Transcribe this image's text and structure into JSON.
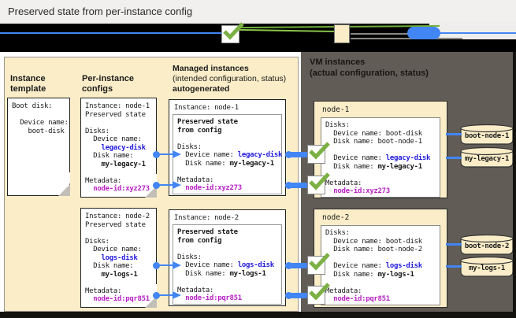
{
  "title": "Preserved state from per-instance config",
  "colors": {
    "cream": "#faedc8",
    "panel_gray": "#615d56",
    "connector_blue": "#4285f4",
    "value_blue": "#2119dd",
    "value_magenta": "#b822c4",
    "check_green": "#7cb045"
  },
  "legend": {
    "check_icon": "checkmark"
  },
  "left_panel": {
    "headers": {
      "template": [
        "Instance",
        "template"
      ],
      "configs": [
        "Per-instance",
        "configs"
      ],
      "managed": [
        "Managed instances",
        "(intended configuration, status)",
        "autogenerated"
      ]
    },
    "template_box": {
      "lines": [
        "Boot disk:",
        "",
        "  Device name:",
        "    boot-disk"
      ]
    },
    "config_boxes": [
      {
        "lines": [
          "Instance: node-1",
          "Preserved state",
          "",
          "Disks:",
          "  Device name:",
          {
            "segs": [
              {
                "t": "    "
              },
              {
                "t": "legacy-disk",
                "s": "blue"
              }
            ]
          },
          "  Disk name:",
          {
            "segs": [
              {
                "t": "    "
              },
              {
                "t": "my-legacy-1",
                "s": "b"
              }
            ]
          },
          "",
          "Metadata:",
          {
            "segs": [
              {
                "t": "  "
              },
              {
                "t": "node-id:xyz273",
                "s": "mag"
              }
            ]
          }
        ]
      },
      {
        "lines": [
          "Instance: node-2",
          "Preserved state",
          "",
          "Disks:",
          "  Device name:",
          {
            "segs": [
              {
                "t": "    "
              },
              {
                "t": "logs-disk",
                "s": "blue"
              }
            ]
          },
          "  Disk name:",
          {
            "segs": [
              {
                "t": "    "
              },
              {
                "t": "my-logs-1",
                "s": "b"
              }
            ]
          },
          "",
          "Metadata:",
          {
            "segs": [
              {
                "t": "  "
              },
              {
                "t": "node-id:pqr851",
                "s": "mag"
              }
            ]
          }
        ]
      }
    ],
    "managed_boxes": [
      {
        "title": "Instance: node-1",
        "lines": [
          {
            "t": "Preserved state",
            "s": "b"
          },
          {
            "t": "from config",
            "s": "b"
          },
          "",
          "Disks:",
          {
            "segs": [
              {
                "t": "  Device name: "
              },
              {
                "t": "legacy-disk",
                "s": "blue"
              }
            ]
          },
          {
            "segs": [
              {
                "t": "  Disk name: "
              },
              {
                "t": "my-legacy-1",
                "s": "b"
              }
            ]
          },
          "",
          "Metadata:",
          {
            "segs": [
              {
                "t": "  "
              },
              {
                "t": "node-id:xyz273",
                "s": "mag"
              }
            ]
          }
        ]
      },
      {
        "title": "Instance: node-2",
        "lines": [
          {
            "t": "Preserved state",
            "s": "b"
          },
          {
            "t": "from config",
            "s": "b"
          },
          "",
          "Disks:",
          {
            "segs": [
              {
                "t": "  Device name: "
              },
              {
                "t": "logs-disk",
                "s": "blue"
              }
            ]
          },
          {
            "segs": [
              {
                "t": "  Disk name: "
              },
              {
                "t": "my-logs-1",
                "s": "b"
              }
            ]
          },
          "",
          "Metadata:",
          {
            "segs": [
              {
                "t": "  "
              },
              {
                "t": "node-id:pqr851",
                "s": "mag"
              }
            ]
          }
        ]
      }
    ]
  },
  "right_panel": {
    "header": [
      "VM instances",
      "(actual configuration, status)"
    ],
    "nodes": [
      {
        "name": "node-1",
        "lines": [
          "Disks:",
          "  Device name: boot-disk",
          "  Disk name: boot-node-1",
          "",
          {
            "segs": [
              {
                "t": "  Device name: "
              },
              {
                "t": "legacy-disk",
                "s": "blue"
              }
            ]
          },
          {
            "segs": [
              {
                "t": "  Disk name: "
              },
              {
                "t": "my-legacy-1",
                "s": "b"
              }
            ]
          },
          "",
          "Metadata:",
          {
            "segs": [
              {
                "t": "  "
              },
              {
                "t": "node-id:xyz273",
                "s": "mag"
              }
            ]
          }
        ]
      },
      {
        "name": "node-2",
        "lines": [
          "Disks:",
          "  Device name: boot-disk",
          "  Disk name: boot-node-2",
          "",
          {
            "segs": [
              {
                "t": "  Device name: "
              },
              {
                "t": "logs-disk",
                "s": "blue"
              }
            ]
          },
          {
            "segs": [
              {
                "t": "  Disk name: "
              },
              {
                "t": "my-logs-1",
                "s": "b"
              }
            ]
          },
          "",
          "Metadata:",
          {
            "segs": [
              {
                "t": "  "
              },
              {
                "t": "node-id:pqr851",
                "s": "mag"
              }
            ]
          }
        ]
      }
    ],
    "disks": [
      "boot-node-1",
      "my-legacy-1",
      "boot-node-2",
      "my-logs-1"
    ]
  }
}
